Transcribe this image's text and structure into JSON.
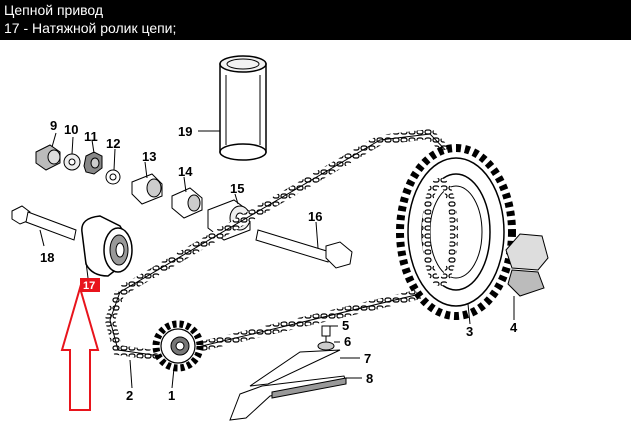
{
  "header": {
    "title": "Цепной привод",
    "subtitle": "17 - Натяжной ролик цепи;"
  },
  "labels": {
    "p1": "1",
    "p2": "2",
    "p3": "3",
    "p4": "4",
    "p5": "5",
    "p6": "6",
    "p7": "7",
    "p8": "8",
    "p9": "9",
    "p10": "10",
    "p11": "11",
    "p12": "12",
    "p13": "13",
    "p14": "14",
    "p15": "15",
    "p16": "16",
    "p17": "17",
    "p18": "18",
    "p19": "19"
  },
  "colors": {
    "highlight": "#e8141c",
    "arrow": "#e8141c"
  }
}
